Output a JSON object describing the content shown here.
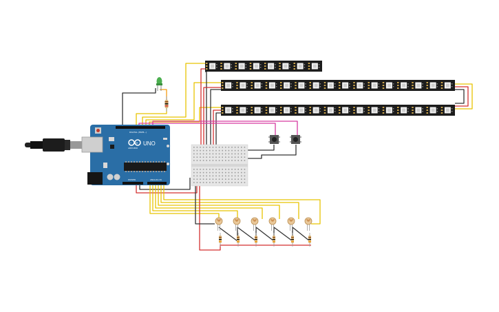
{
  "board": {
    "model_label": "UNO",
    "brand_label": "ARDUINO",
    "header_digital_label": "DIGITAL (PWM~)",
    "header_power_label": "POWER",
    "header_analog_label": "ANALOG IN"
  },
  "led_strips": [
    {
      "id": "strip-top",
      "pixel_count": 8
    },
    {
      "id": "strip-middle",
      "pixel_count": 16
    },
    {
      "id": "strip-bottom",
      "pixel_count": 16
    }
  ],
  "photoresistor_count": 6,
  "pushbutton_count": 2,
  "colors": {
    "board": "#2a6ea6",
    "strip": "#1c1c1c",
    "breadboard": "#e6e6e6",
    "wire_yellow": "#e8c400",
    "wire_red": "#d32f2f",
    "wire_black": "#333333",
    "wire_magenta": "#d63aa0",
    "wire_orange": "#f39c12",
    "led_green": "#4caf50"
  }
}
